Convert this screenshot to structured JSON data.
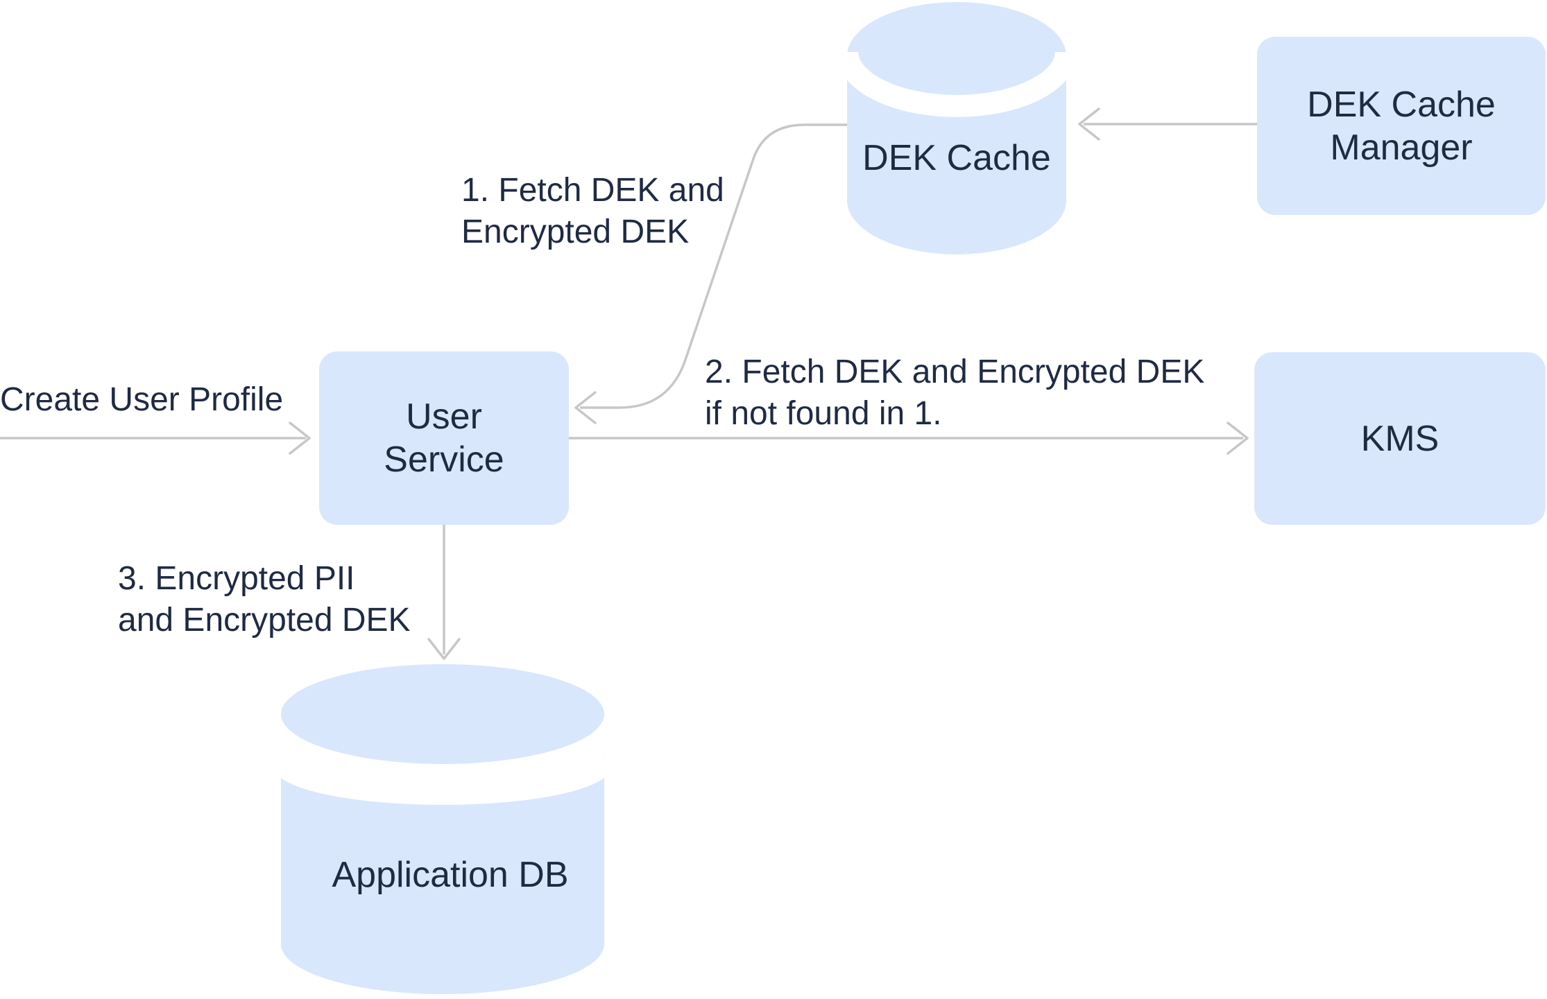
{
  "colors": {
    "background": "#ffffff",
    "node_fill": "#d9e7fc",
    "text": "#1f2a44",
    "line": "#c7c7c7"
  },
  "diagram": {
    "nodes": {
      "dek_cache": {
        "label": "DEK Cache",
        "shape": "database-cylinder"
      },
      "dek_cache_manager": {
        "label": "DEK Cache Manager",
        "shape": "rounded-rect"
      },
      "user_service": {
        "label": "User Service",
        "shape": "rounded-rect"
      },
      "kms": {
        "label": "KMS",
        "shape": "rounded-rect"
      },
      "application_db": {
        "label": "Application DB",
        "shape": "database-cylinder"
      }
    },
    "edges": {
      "create_user_profile": {
        "label": "Create User Profile",
        "from": "external-left",
        "to": "user_service"
      },
      "fetch_from_cache": {
        "label": "1. Fetch DEK and\nEncrypted DEK",
        "from": "dek_cache",
        "to": "user_service"
      },
      "fetch_from_kms": {
        "label": "2. Fetch DEK and Encrypted DEK\nif not found in 1.",
        "from": "user_service",
        "to": "kms"
      },
      "store_encrypted": {
        "label": "3. Encrypted PII\nand Encrypted DEK",
        "from": "user_service",
        "to": "application_db"
      },
      "manager_fills_cache": {
        "label": "",
        "from": "dek_cache_manager",
        "to": "dek_cache"
      }
    }
  }
}
